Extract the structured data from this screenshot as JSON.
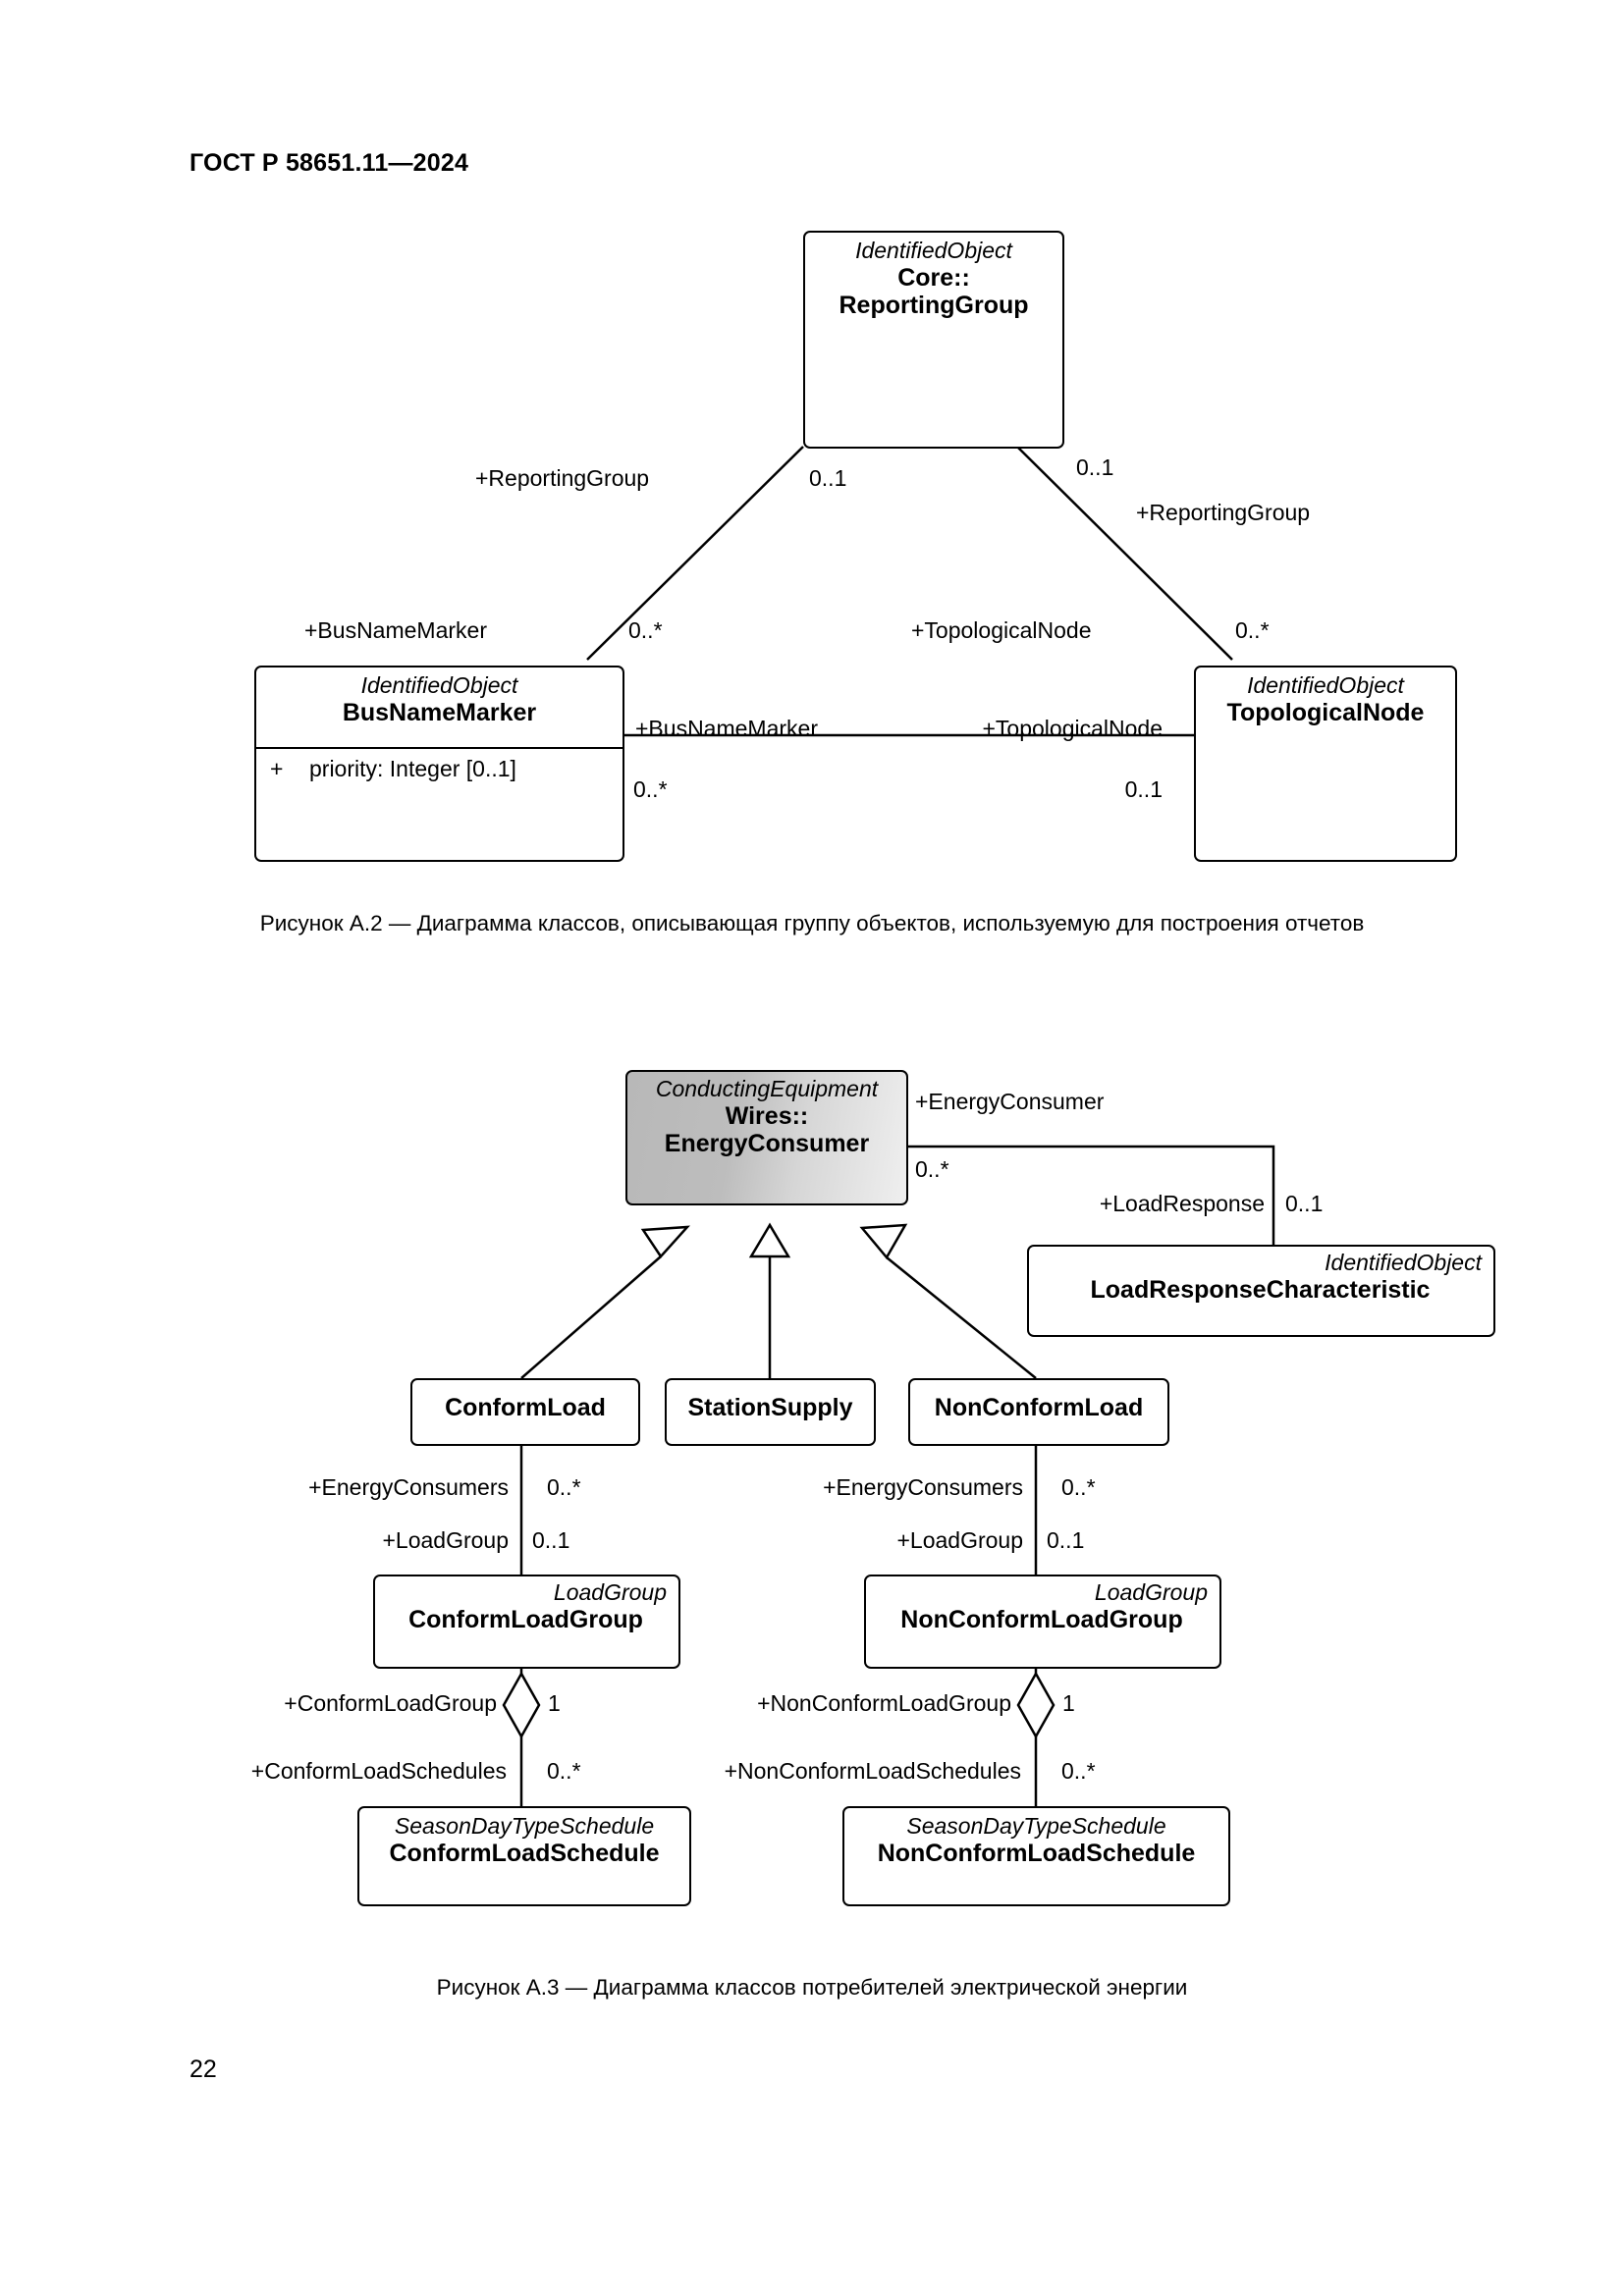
{
  "document": {
    "header": "ГОСТ Р 58651.11—2024",
    "page_number": "22"
  },
  "figures": [
    {
      "id": "A.2",
      "caption": "Рисунок А.2 — Диаграмма классов, описывающая группу объектов, используемую для построения отчетов",
      "classes": {
        "reporting_group": {
          "stereotype": "IdentifiedObject",
          "name_line1": "Core::",
          "name_line2": "ReportingGroup"
        },
        "bus_name_marker": {
          "stereotype": "IdentifiedObject",
          "name": "BusNameMarker",
          "attribute_visibility": "+",
          "attribute": "priority: Integer [0..1]"
        },
        "topological_node": {
          "stereotype": "IdentifiedObject",
          "name": "TopologicalNode"
        }
      },
      "edges": {
        "rg_to_bnm_role_top": "+ReportingGroup",
        "rg_to_bnm_mult_top": "0..1",
        "rg_to_bnm_role_bottom": "+BusNameMarker",
        "rg_to_bnm_mult_bottom": "0..*",
        "rg_to_tn_mult_top": "0..1",
        "rg_to_tn_role_top": "+ReportingGroup",
        "rg_to_tn_role_bottom": "+TopologicalNode",
        "rg_to_tn_mult_bottom": "0..*",
        "bnm_to_tn_role_left": "+BusNameMarker",
        "bnm_to_tn_mult_left": "0..*",
        "bnm_to_tn_role_right": "+TopologicalNode",
        "bnm_to_tn_mult_right": "0..1"
      }
    },
    {
      "id": "A.3",
      "caption": "Рисунок А.3 — Диаграмма классов потребителей электрической энергии",
      "classes": {
        "energy_consumer": {
          "stereotype": "ConductingEquipment",
          "name_line1": "Wires::",
          "name_line2": "EnergyConsumer"
        },
        "load_response": {
          "stereotype": "IdentifiedObject",
          "name": "LoadResponseCharacteristic"
        },
        "conform_load": {
          "name": "ConformLoad"
        },
        "station_supply": {
          "name": "StationSupply"
        },
        "non_conform_load": {
          "name": "NonConformLoad"
        },
        "conform_load_group": {
          "stereotype": "LoadGroup",
          "name": "ConformLoadGroup"
        },
        "non_conform_load_group": {
          "stereotype": "LoadGroup",
          "name": "NonConformLoadGroup"
        },
        "conform_load_schedule": {
          "stereotype": "SeasonDayTypeSchedule",
          "name": "ConformLoadSchedule"
        },
        "non_conform_load_schedule": {
          "stereotype": "SeasonDayTypeSchedule",
          "name": "NonConformLoadSchedule"
        }
      },
      "edges": {
        "ec_role": "+EnergyConsumer",
        "ec_mult": "0..*",
        "lr_role": "+LoadResponse",
        "lr_mult": "0..1",
        "cl_role": "+EnergyConsumers",
        "cl_mult": "0..*",
        "clg_role": "+LoadGroup",
        "clg_mult": "0..1",
        "ncl_role": "+EnergyConsumers",
        "ncl_mult": "0..*",
        "nclg_role": "+LoadGroup",
        "nclg_mult": "0..1",
        "clg_agg_role": "+ConformLoadGroup",
        "clg_agg_mult": "1",
        "cls_role": "+ConformLoadSchedules",
        "cls_mult": "0..*",
        "nclg_agg_role": "+NonConformLoadGroup",
        "nclg_agg_mult": "1",
        "ncls_role": "+NonConformLoadSchedules",
        "ncls_mult": "0..*"
      }
    }
  ]
}
